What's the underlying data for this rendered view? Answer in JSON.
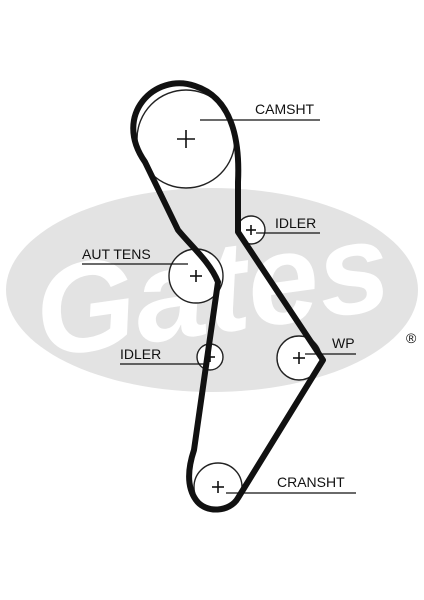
{
  "diagram": {
    "watermark": {
      "text": "Gates",
      "trademark": "®",
      "ellipse_color": "#e3e3e3"
    },
    "colors": {
      "belt": "#111111",
      "text": "#111111",
      "background": "#ffffff"
    },
    "components": [
      {
        "id": "camshaft",
        "label": "CAMSHT"
      },
      {
        "id": "idler_upper",
        "label": "IDLER"
      },
      {
        "id": "auto_tensioner",
        "label": "AUT TENS"
      },
      {
        "id": "idler_lower",
        "label": "IDLER"
      },
      {
        "id": "water_pump",
        "label": "WP"
      },
      {
        "id": "crankshaft",
        "label": "CRANSHT"
      }
    ]
  }
}
